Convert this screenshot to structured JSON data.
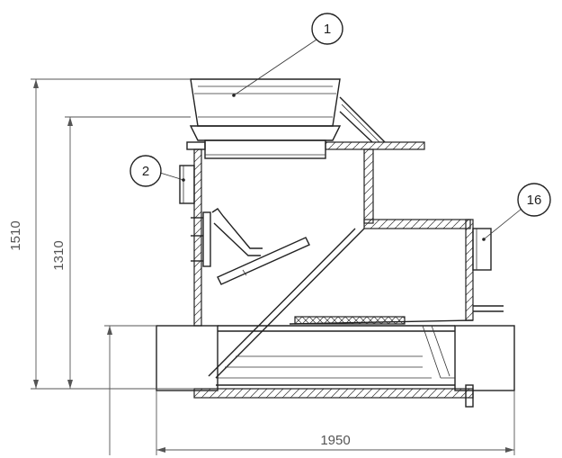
{
  "drawing": {
    "balloons": [
      {
        "id": "balloon-1",
        "label": "1"
      },
      {
        "id": "balloon-2",
        "label": "2"
      },
      {
        "id": "balloon-16",
        "label": "16"
      }
    ],
    "dimensions": {
      "overall_height": "1510",
      "inner_height": "1310",
      "overall_width": "1950"
    }
  }
}
